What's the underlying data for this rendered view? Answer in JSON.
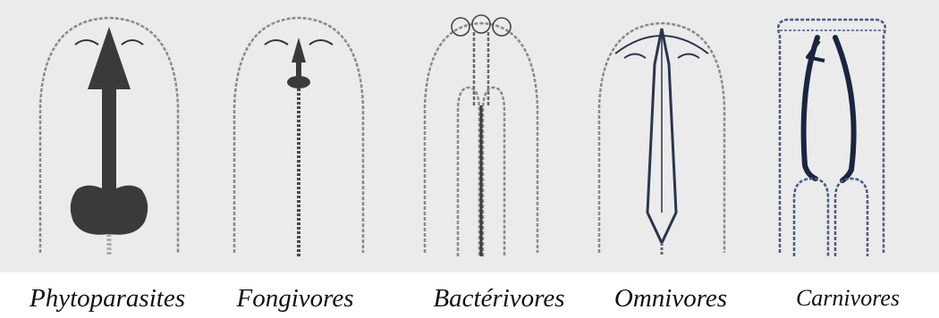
{
  "figure": {
    "captions": [
      "Phytoparasites",
      "Fongivores",
      "Bactérivores",
      "Omnivores",
      "Carnivores"
    ]
  },
  "colors": {
    "background": "#ebebeb",
    "outline": "#8a8a8a",
    "stylet": "#3a3a3a",
    "omnivore_stylet": "#2a3550",
    "carnivore_jaws": "#1a2540",
    "carnivore_outline": "#4a5a88"
  }
}
